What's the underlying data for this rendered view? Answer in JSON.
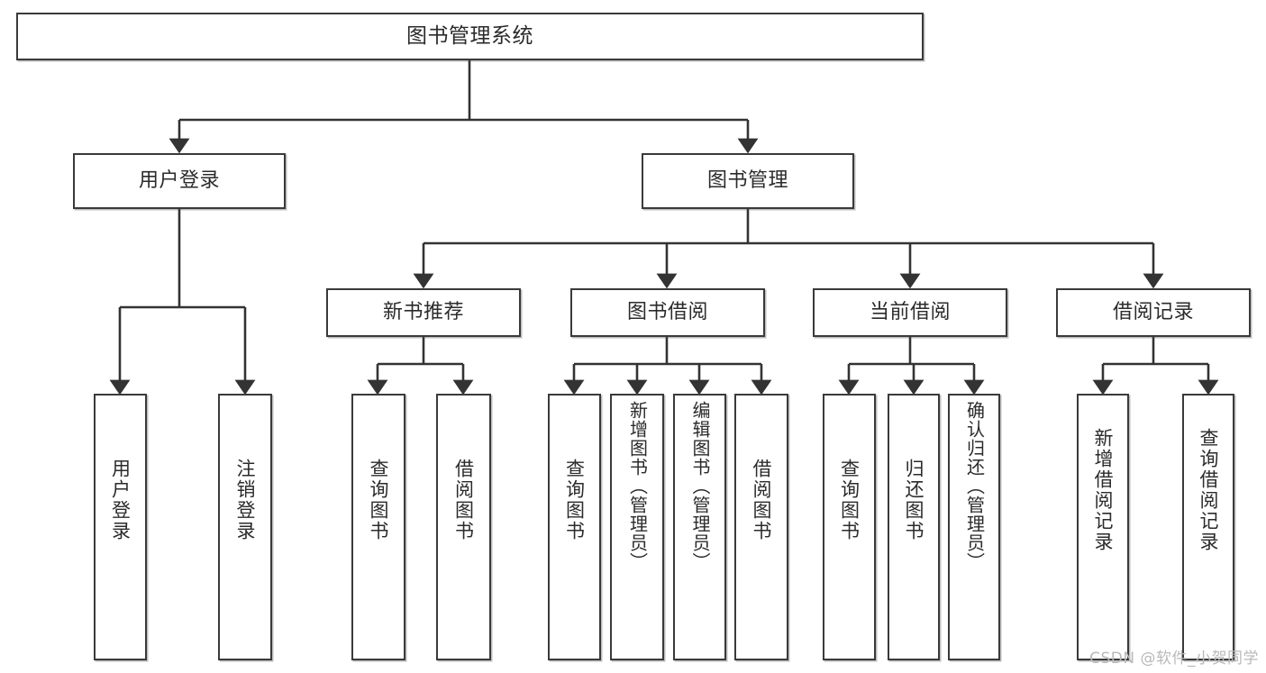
{
  "diagram": {
    "title": "图书管理系统",
    "type": "hierarchy-tree",
    "watermark": "CSDN @软件_小贺同学",
    "colors": {
      "node_border": "#3a3a3a",
      "node_fill": "#ffffff",
      "edge": "#333333",
      "text": "#2b2b2b",
      "watermark": "#b9b9b9",
      "background": "#ffffff"
    },
    "levels": {
      "level1": [
        "图书管理系统"
      ],
      "level2": [
        "用户登录",
        "图书管理"
      ],
      "level3": [
        "新书推荐",
        "图书借阅",
        "当前借阅",
        "借阅记录"
      ],
      "level4": [
        "用户登录",
        "注销登录",
        "查询图书",
        "借阅图书",
        "查询图书",
        "新增图书（管理员）",
        "编辑图书（管理员）",
        "借阅图书",
        "查询图书",
        "归还图书",
        "确认归还（管理员）",
        "新增借阅记录",
        "查询借阅记录"
      ]
    },
    "nodes": {
      "root": {
        "label": "图书管理系统"
      },
      "user_login": {
        "label": "用户登录"
      },
      "book_manage": {
        "label": "图书管理"
      },
      "new_book_rec": {
        "label": "新书推荐"
      },
      "book_borrow": {
        "label": "图书借阅"
      },
      "current_borrow": {
        "label": "当前借阅"
      },
      "borrow_record": {
        "label": "借阅记录"
      },
      "leaf_user_login": {
        "label": "用户登录"
      },
      "leaf_logout": {
        "label": "注销登录"
      },
      "leaf_query_book_1": {
        "label": "查询图书"
      },
      "leaf_borrow_book_1": {
        "label": "借阅图书"
      },
      "leaf_query_book_2": {
        "label": "查询图书"
      },
      "leaf_add_book": {
        "label": "新增图书（管理员）"
      },
      "leaf_edit_book": {
        "label": "编辑图书（管理员）"
      },
      "leaf_borrow_book_2": {
        "label": "借阅图书"
      },
      "leaf_query_book_3": {
        "label": "查询图书"
      },
      "leaf_return_book": {
        "label": "归还图书"
      },
      "leaf_confirm_return": {
        "label": "确认归还（管理员）"
      },
      "leaf_add_record": {
        "label": "新增借阅记录"
      },
      "leaf_query_record": {
        "label": "查询借阅记录"
      }
    }
  }
}
